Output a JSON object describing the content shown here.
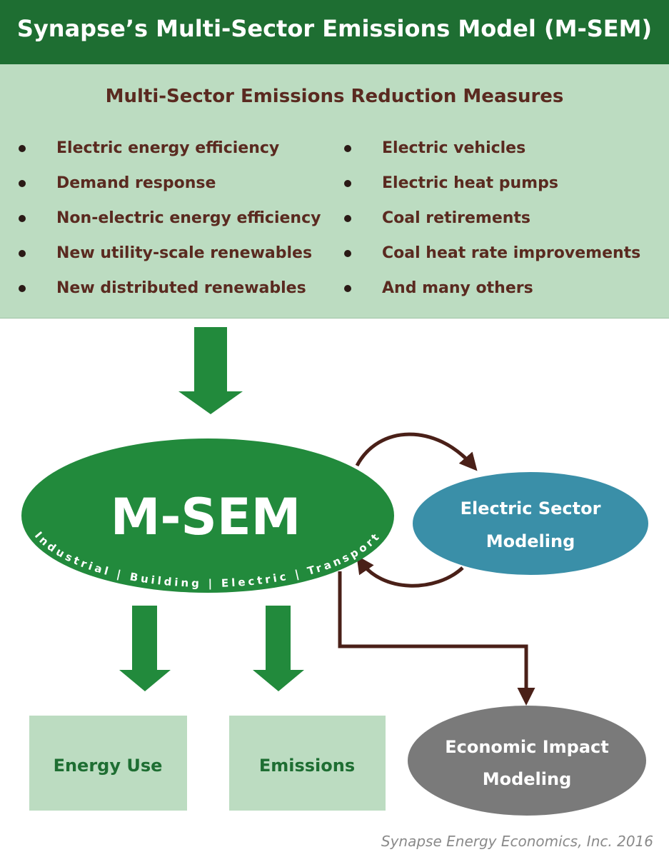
{
  "header": {
    "title": "Synapse’s Multi-Sector Emissions Model (M-SEM)"
  },
  "measures": {
    "title": "Multi-Sector Emissions Reduction Measures",
    "left_items": [
      "Electric energy efficiency",
      "Demand response",
      "Non-electric energy efficiency",
      "New utility-scale renewables",
      "New distributed renewables"
    ],
    "right_items": [
      "Electric vehicles",
      "Electric heat pumps",
      "Coal retirements",
      "Coal heat rate improvements",
      "And many others"
    ]
  },
  "msem": {
    "label": "M-SEM",
    "sectors": "Industrial | Building | Electric | Transport"
  },
  "electric_sector": {
    "line1": "Electric Sector",
    "line2": "Modeling"
  },
  "economic_impact": {
    "line1": "Economic Impact",
    "line2": "Modeling"
  },
  "outputs": {
    "energy_use": "Energy Use",
    "emissions": "Emissions"
  },
  "credit": "Synapse Energy Economics, Inc. 2016",
  "colors": {
    "header_green": "#1e6e32",
    "panel_green": "#bcdcc1",
    "arrow_green": "#228a3c",
    "ellipse_green": "#228a3c",
    "electric_blue": "#3a8fa8",
    "economic_gray": "#7a7a7a",
    "brown": "#4a2018"
  }
}
